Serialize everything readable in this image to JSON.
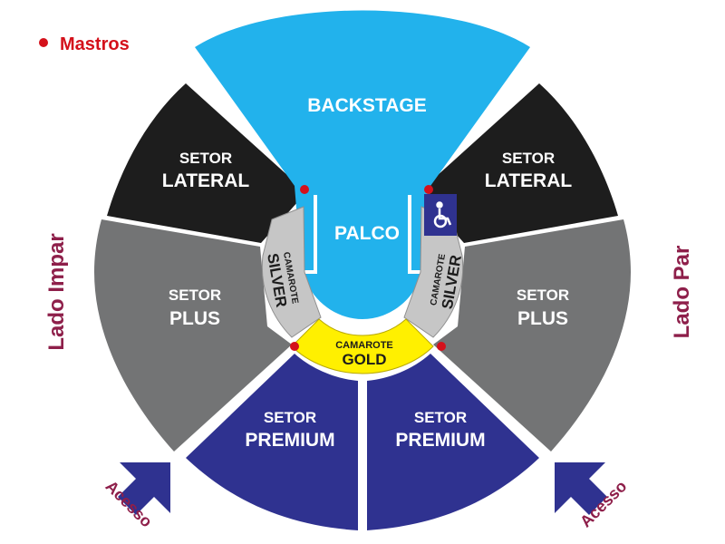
{
  "legend": {
    "label": "Mastros",
    "marker_color": "#d4111b"
  },
  "sides": {
    "left": "Lado Impar",
    "right": "Lado Par"
  },
  "access": {
    "left": "Acesso",
    "right": "Acesso"
  },
  "stage": {
    "backstage": "BACKSTAGE",
    "palco": "PALCO"
  },
  "sectors": {
    "lateral_left": {
      "line1": "SETOR",
      "line2": "LATERAL"
    },
    "lateral_right": {
      "line1": "SETOR",
      "line2": "LATERAL"
    },
    "plus_left": {
      "line1": "SETOR",
      "line2": "PLUS"
    },
    "plus_right": {
      "line1": "SETOR",
      "line2": "PLUS"
    },
    "premium_left": {
      "line1": "SETOR",
      "line2": "PREMIUM"
    },
    "premium_right": {
      "line1": "SETOR",
      "line2": "PREMIUM"
    },
    "camarote_silver_left": {
      "line1": "CAMAROTE",
      "line2": "SILVER"
    },
    "camarote_silver_right": {
      "line1": "CAMAROTE",
      "line2": "SILVER"
    },
    "camarote_gold": {
      "line1": "CAMAROTE",
      "line2": "GOLD"
    }
  },
  "colors": {
    "backstage": "#22b2ec",
    "lateral": "#1d1d1d",
    "plus": "#737475",
    "premium": "#2f3290",
    "gold": "#fff000",
    "silver": "#c6c6c6",
    "side_text": "#8e1f4a",
    "mastro": "#d4111b"
  },
  "icons": {
    "accessibility": "wheelchair-icon",
    "mastro": "mastro-dot-icon",
    "access": "access-arrow-icon"
  }
}
